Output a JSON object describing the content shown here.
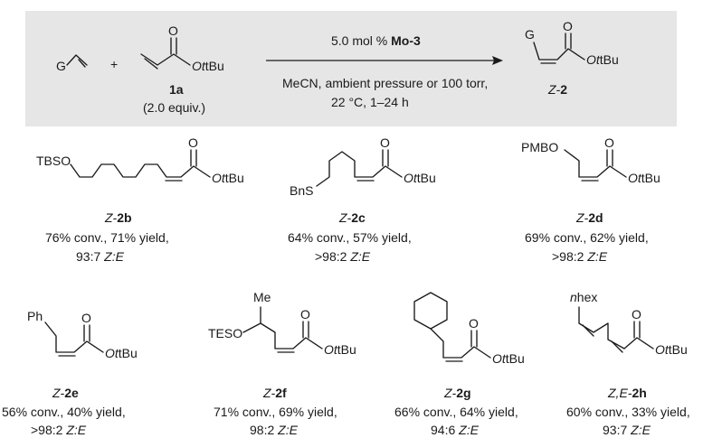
{
  "scheme": {
    "reactant_group_label": "G",
    "plus_sign": "+",
    "acrylate_O_label": "O",
    "acrylate_ester_O": "O",
    "acrylate_ester_tail": "tBu",
    "acrylate_id": "1a",
    "acrylate_equiv": "(2.0 equiv.)",
    "catalyst_loading": "5.0 mol % ",
    "catalyst_name": "Mo-3",
    "conditions_line1": "MeCN, ambient pressure or 100 torr,",
    "conditions_line2": "22 °C, 1–24 h",
    "product_group_label": "G",
    "product_O_label": "O",
    "product_ester_O": "O",
    "product_ester_tail": "tBu",
    "product_prefix": "Z-",
    "product_id": "2"
  },
  "products": [
    {
      "substituent_label": "TBSO",
      "prefix": "Z-",
      "id": "2b",
      "conversion_line": "76% conv., 71% yield,",
      "ratio_value": "93:7 ",
      "ratio_label": "Z:E",
      "ester_O": "O",
      "ester_tail": "tBu",
      "carbonyl_O": "O"
    },
    {
      "substituent_label": "BnS",
      "prefix": "Z-",
      "id": "2c",
      "conversion_line": "64% conv., 57% yield,",
      "ratio_value": ">98:2 ",
      "ratio_label": "Z:E",
      "ester_O": "O",
      "ester_tail": "tBu",
      "carbonyl_O": "O"
    },
    {
      "substituent_label": "PMBO",
      "prefix": "Z-",
      "id": "2d",
      "conversion_line": "69% conv., 62% yield,",
      "ratio_value": ">98:2 ",
      "ratio_label": "Z:E",
      "ester_O": "O",
      "ester_tail": "tBu",
      "carbonyl_O": "O"
    },
    {
      "substituent_label": "Ph",
      "prefix": "Z-",
      "id": "2e",
      "conversion_line": "56% conv., 40% yield,",
      "ratio_value": ">98:2 ",
      "ratio_label": "Z:E",
      "ester_O": "O",
      "ester_tail": "tBu",
      "carbonyl_O": "O"
    },
    {
      "substituent_label": "TESO",
      "extra_label": "Me",
      "prefix": "Z-",
      "id": "2f",
      "conversion_line": "71% conv., 69% yield,",
      "ratio_value": "98:2 ",
      "ratio_label": "Z:E",
      "ester_O": "O",
      "ester_tail": "tBu",
      "carbonyl_O": "O"
    },
    {
      "prefix": "Z-",
      "id": "2g",
      "conversion_line": "66% conv., 64% yield,",
      "ratio_value": "94:6 ",
      "ratio_label": "Z:E",
      "ester_O": "O",
      "ester_tail": "tBu",
      "carbonyl_O": "O"
    },
    {
      "substituent_prefix": "n",
      "substituent_label": "hex",
      "prefix": "Z,E-",
      "id": "2h",
      "conversion_line": "60% conv., 33% yield,",
      "ratio_value": "93:7 ",
      "ratio_label": "Z:E",
      "ester_O": "O",
      "ester_tail": "tBu",
      "carbonyl_O": "O"
    }
  ],
  "colors": {
    "scheme_box": "#e6e6e6",
    "ink": "#1a1a1a"
  }
}
